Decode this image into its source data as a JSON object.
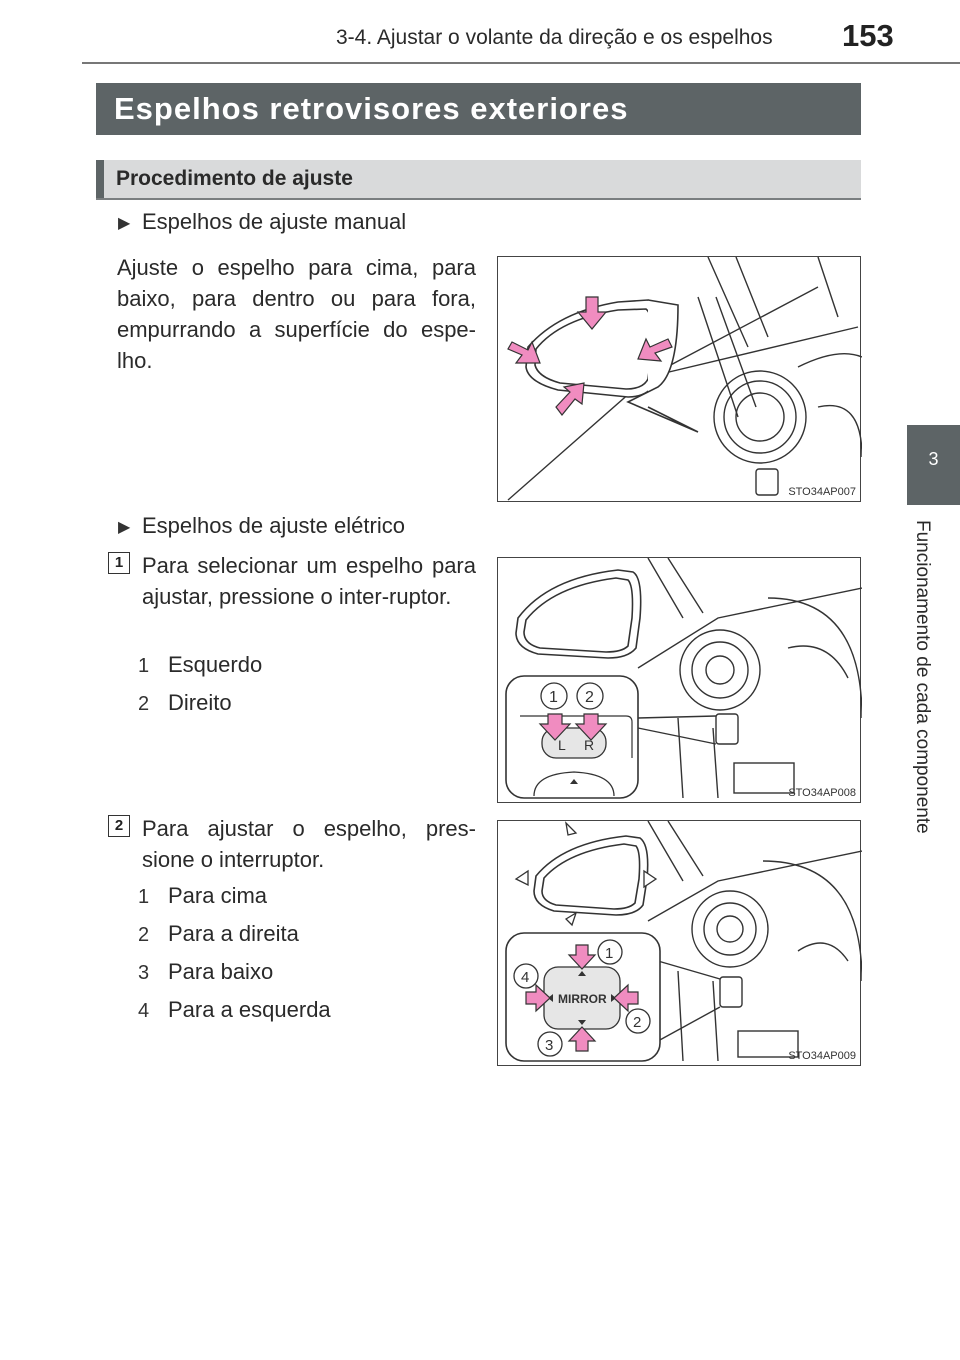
{
  "header": {
    "chapter_title": "3-4. Ajustar o volante da direção e os espelhos",
    "page_number": "153"
  },
  "side_tab": {
    "chapter_number": "3",
    "chapter_label": "Funcionamento de cada componente"
  },
  "section": {
    "title": "Espelhos retrovisores exteriores",
    "subsection_title": "Procedimento de ajuste"
  },
  "manual": {
    "heading": "Espelhos de ajuste manual",
    "paragraph": "Ajuste o espelho para cima, para baixo, para dentro ou para fora, empurrando a superfície do espe-lho.",
    "figure_code": "STO34AP007"
  },
  "electric": {
    "heading": "Espelhos de ajuste elétrico",
    "step1": {
      "number": "1",
      "text": "Para selecionar um espelho para ajustar, pressione o inter-ruptor.",
      "items": [
        {
          "num": "1",
          "label": "Esquerdo"
        },
        {
          "num": "2",
          "label": "Direito"
        }
      ],
      "figure_code": "STO34AP008",
      "figure_labels": {
        "callout1": "1",
        "callout2": "2",
        "left_key": "L",
        "right_key": "R"
      }
    },
    "step2": {
      "number": "2",
      "text": "Para ajustar o espelho, pres-sione o interruptor.",
      "items": [
        {
          "num": "1",
          "label": "Para cima"
        },
        {
          "num": "2",
          "label": "Para a direita"
        },
        {
          "num": "3",
          "label": "Para baixo"
        },
        {
          "num": "4",
          "label": "Para a esquerda"
        }
      ],
      "figure_code": "STO34AP009",
      "figure_labels": {
        "callout1": "1",
        "callout2": "2",
        "callout3": "3",
        "callout4": "4",
        "switch_label": "MIRROR"
      }
    }
  },
  "colors": {
    "banner": "#5d6466",
    "sub_banner": "#d9dadb",
    "arrow": "#f08cc0"
  }
}
